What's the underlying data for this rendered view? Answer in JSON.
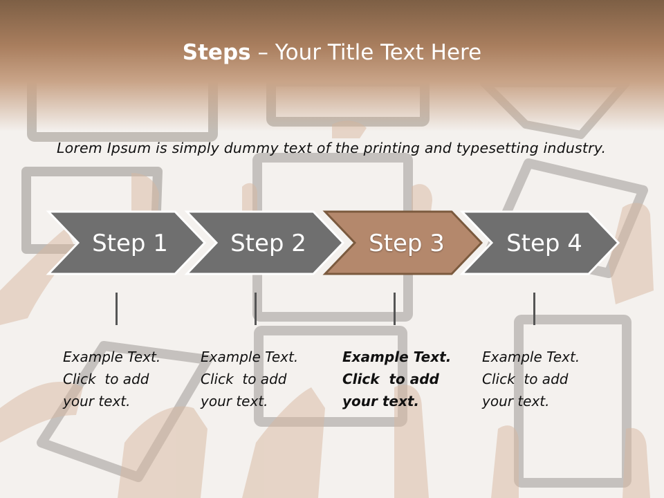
{
  "slide": {
    "title_strong": "Steps",
    "title_rest": " – Your Title Text Here",
    "intro": "Lorem Ipsum is simply dummy text of the printing and typesetting industry."
  },
  "colors": {
    "chevron_gray": "#6f6f6f",
    "chevron_active": "#b4886c",
    "chevron_border": "#ffffff",
    "active_border": "#7b5a3e"
  },
  "steps": [
    {
      "label": "Step 1",
      "active": false,
      "lines": [
        "Example Text.",
        "Click  to add",
        "your text."
      ]
    },
    {
      "label": "Step 2",
      "active": false,
      "lines": [
        "Example Text.",
        "Click  to add",
        "your text."
      ]
    },
    {
      "label": "Step 3",
      "active": true,
      "lines": [
        "Example Text.",
        "Click  to add",
        "your text."
      ]
    },
    {
      "label": "Step 4",
      "active": false,
      "lines": [
        "Example Text.",
        "Click  to add",
        "your text."
      ]
    }
  ]
}
